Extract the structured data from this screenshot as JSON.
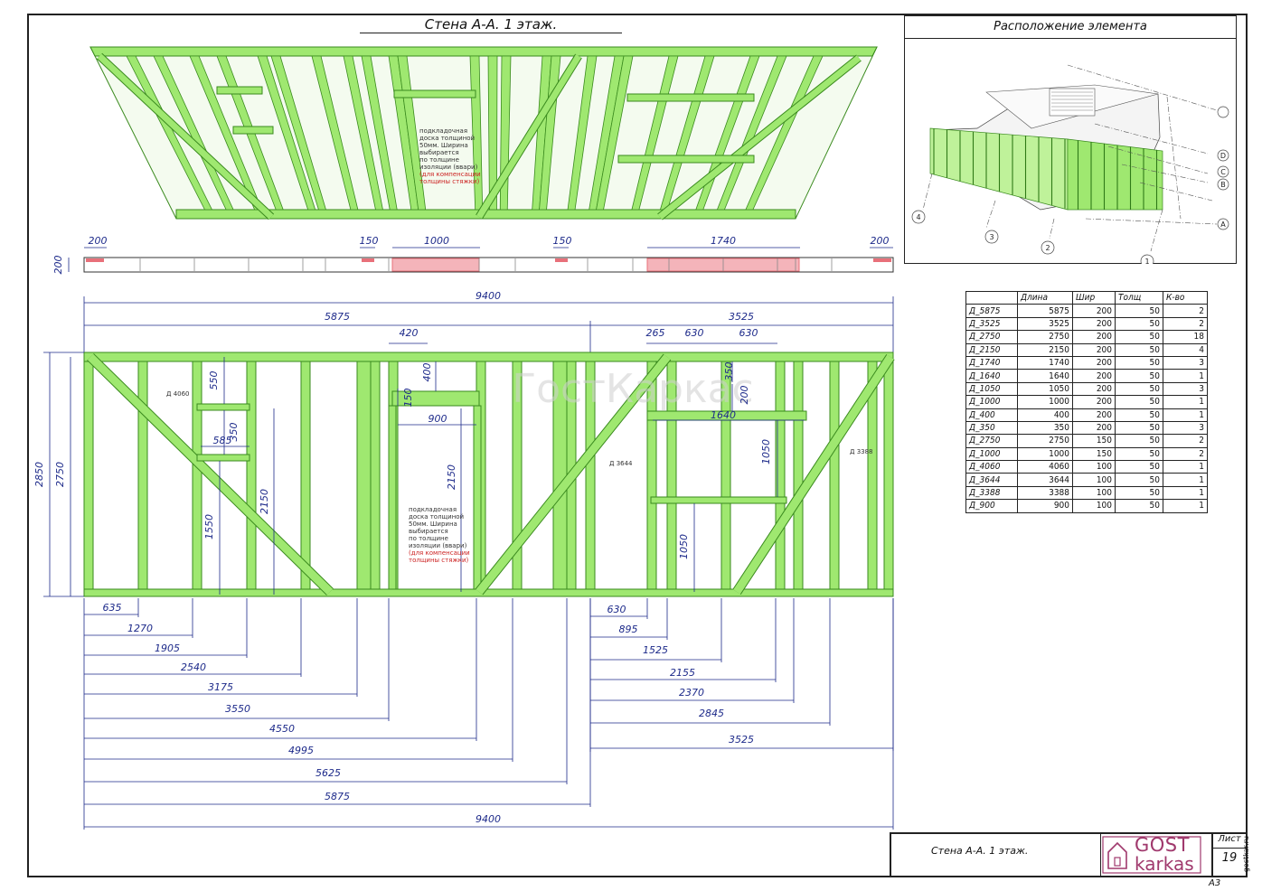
{
  "title": "Стена А-А. 1 этаж.",
  "location_title": "Расположение элемента",
  "watermark": "ГостКаркас",
  "note_lines": [
    "подкладочная",
    "доска толщиной",
    "50мм. Ширина",
    "выбирается",
    "по толщине",
    "изоляции (ввари)",
    "(для компенсации",
    "толщины стяжки)"
  ],
  "plan_dims": [
    "200",
    "150",
    "1000",
    "150",
    "1740",
    "200"
  ],
  "plan_height": "200",
  "top_dims": {
    "total": "9400",
    "left": "5875",
    "right": "3525",
    "d420": "420",
    "d265": "265",
    "d630a": "630",
    "d630b": "630"
  },
  "side_dims": {
    "h2850": "2850",
    "h2750": "2750"
  },
  "inner_dims": {
    "d550": "550",
    "d350": "350",
    "d585": "585",
    "d1550": "1550",
    "d2150a": "2150",
    "d400": "400",
    "d150": "150",
    "d900": "900",
    "d2150b": "2150",
    "d350b": "350",
    "d200": "200",
    "d1640": "1640",
    "d1050a": "1050",
    "d1050b": "1050"
  },
  "brace_labels": {
    "b4060": "Д 4060",
    "b3644": "Д 3644",
    "b3388": "Д 3388"
  },
  "bottom_left_dims": [
    "635",
    "1270",
    "1905",
    "2540",
    "3175",
    "3550",
    "4550",
    "4995",
    "5625",
    "5875",
    "9400"
  ],
  "bottom_right_dims": [
    "630",
    "895",
    "1525",
    "2155",
    "2370",
    "2845",
    "3525"
  ],
  "grid_labels": [
    "1",
    "2",
    "3",
    "4",
    "A",
    "B",
    "C",
    "D"
  ],
  "spec_header": [
    "",
    "Длина",
    "Шир",
    "Толщ",
    "К-во"
  ],
  "spec_rows": [
    [
      "Д_5875",
      "5875",
      "200",
      "50",
      "2"
    ],
    [
      "Д_3525",
      "3525",
      "200",
      "50",
      "2"
    ],
    [
      "Д_2750",
      "2750",
      "200",
      "50",
      "18"
    ],
    [
      "Д_2150",
      "2150",
      "200",
      "50",
      "4"
    ],
    [
      "Д_1740",
      "1740",
      "200",
      "50",
      "3"
    ],
    [
      "Д_1640",
      "1640",
      "200",
      "50",
      "1"
    ],
    [
      "Д_1050",
      "1050",
      "200",
      "50",
      "3"
    ],
    [
      "Д_1000",
      "1000",
      "200",
      "50",
      "1"
    ],
    [
      "Д_400",
      "400",
      "200",
      "50",
      "1"
    ],
    [
      "Д_350",
      "350",
      "200",
      "50",
      "3"
    ],
    [
      "Д_2750",
      "2750",
      "150",
      "50",
      "2"
    ],
    [
      "Д_1000",
      "1000",
      "150",
      "50",
      "2"
    ],
    [
      "Д_4060",
      "4060",
      "100",
      "50",
      "1"
    ],
    [
      "Д_3644",
      "3644",
      "100",
      "50",
      "1"
    ],
    [
      "Д_3388",
      "3388",
      "100",
      "50",
      "1"
    ],
    [
      "Д_900",
      "900",
      "100",
      "50",
      "1"
    ]
  ],
  "stamp": {
    "title": "Стена А-А.    1 этаж.",
    "logo_a": "GOST",
    "logo_b": "karkas",
    "sheet_label": "Лист",
    "sheet_no": "19",
    "format": "А3",
    "site": "gostkar.ru"
  },
  "colors": {
    "frame": "#9fe870",
    "frame_dark": "#3a8a1e",
    "dim": "#1d2a8a",
    "red": "#e8707a"
  }
}
